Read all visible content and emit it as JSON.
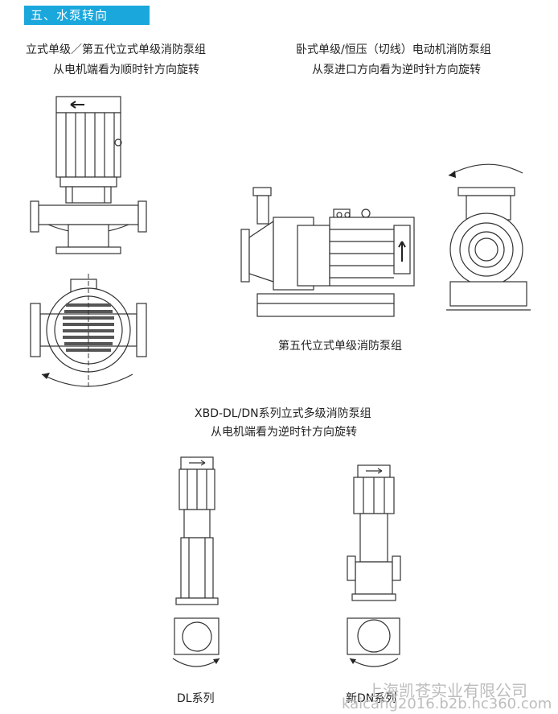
{
  "header": {
    "title": "五、水泵转向"
  },
  "left_caption": {
    "line1": "立式单级／第五代立式单级消防泵组",
    "line2": "从电机端看为顺时针方向旋转"
  },
  "right_caption": {
    "line1": "卧式单级/恒压（切线）电动机消防泵组",
    "line2": "从泵进口方向看为逆时针方向旋转"
  },
  "middle_caption": "第五代立式单级消防泵组",
  "multi_caption": {
    "line1": "XBD-DL/DN系列立式多级消防泵组",
    "line2": "从电机端看为逆时针方向旋转"
  },
  "dl_label": "DL系列",
  "dn_label": "新DN系列",
  "watermark": {
    "line1": "上海凯苍实业有限公司",
    "line2": "kaicang2016.b2b.hc360.com"
  }
}
